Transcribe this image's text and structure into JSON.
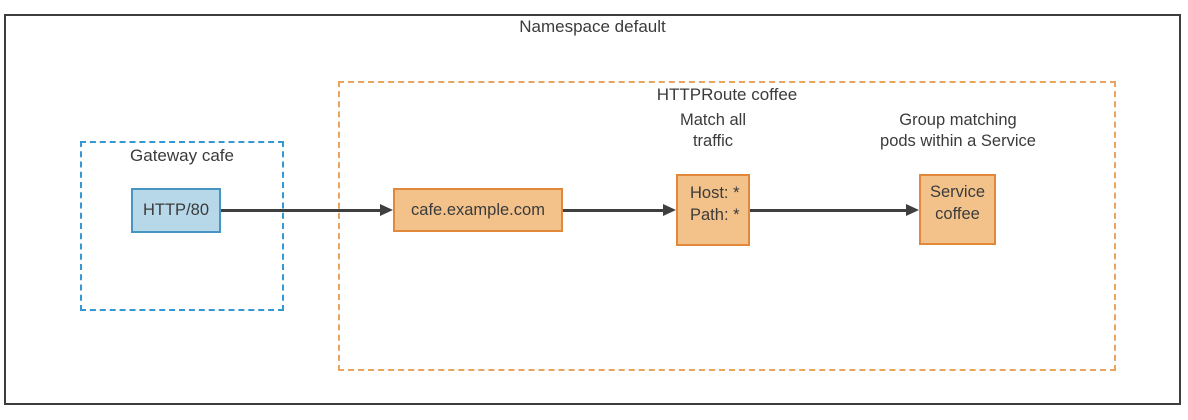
{
  "namespace": {
    "label": "Namespace default"
  },
  "gateway": {
    "label": "Gateway cafe",
    "listener_label": "HTTP/80"
  },
  "httproute": {
    "label": "HTTPRoute coffee",
    "hostname_label": "cafe.example.com",
    "match_annotation": {
      "line1": "Match all",
      "line2": "traffic"
    },
    "match_rule": {
      "host": "Host: *",
      "path": "Path: *"
    },
    "service_annotation": {
      "line1": "Group matching",
      "line2": "pods within a Service"
    },
    "service": {
      "line1": "Service",
      "line2": "coffee"
    }
  },
  "colors": {
    "outer_border": "#3d3d3d",
    "gateway_boundary_dash": "#3598d4",
    "gateway_node_fill": "#b7d8e8",
    "gateway_node_border": "#4795c2",
    "route_boundary_dash": "#eaa45e",
    "route_node_fill": "#f3c28b",
    "route_node_border": "#e2883b",
    "arrow": "#3f3f3f",
    "text": "#3b3b3b"
  }
}
